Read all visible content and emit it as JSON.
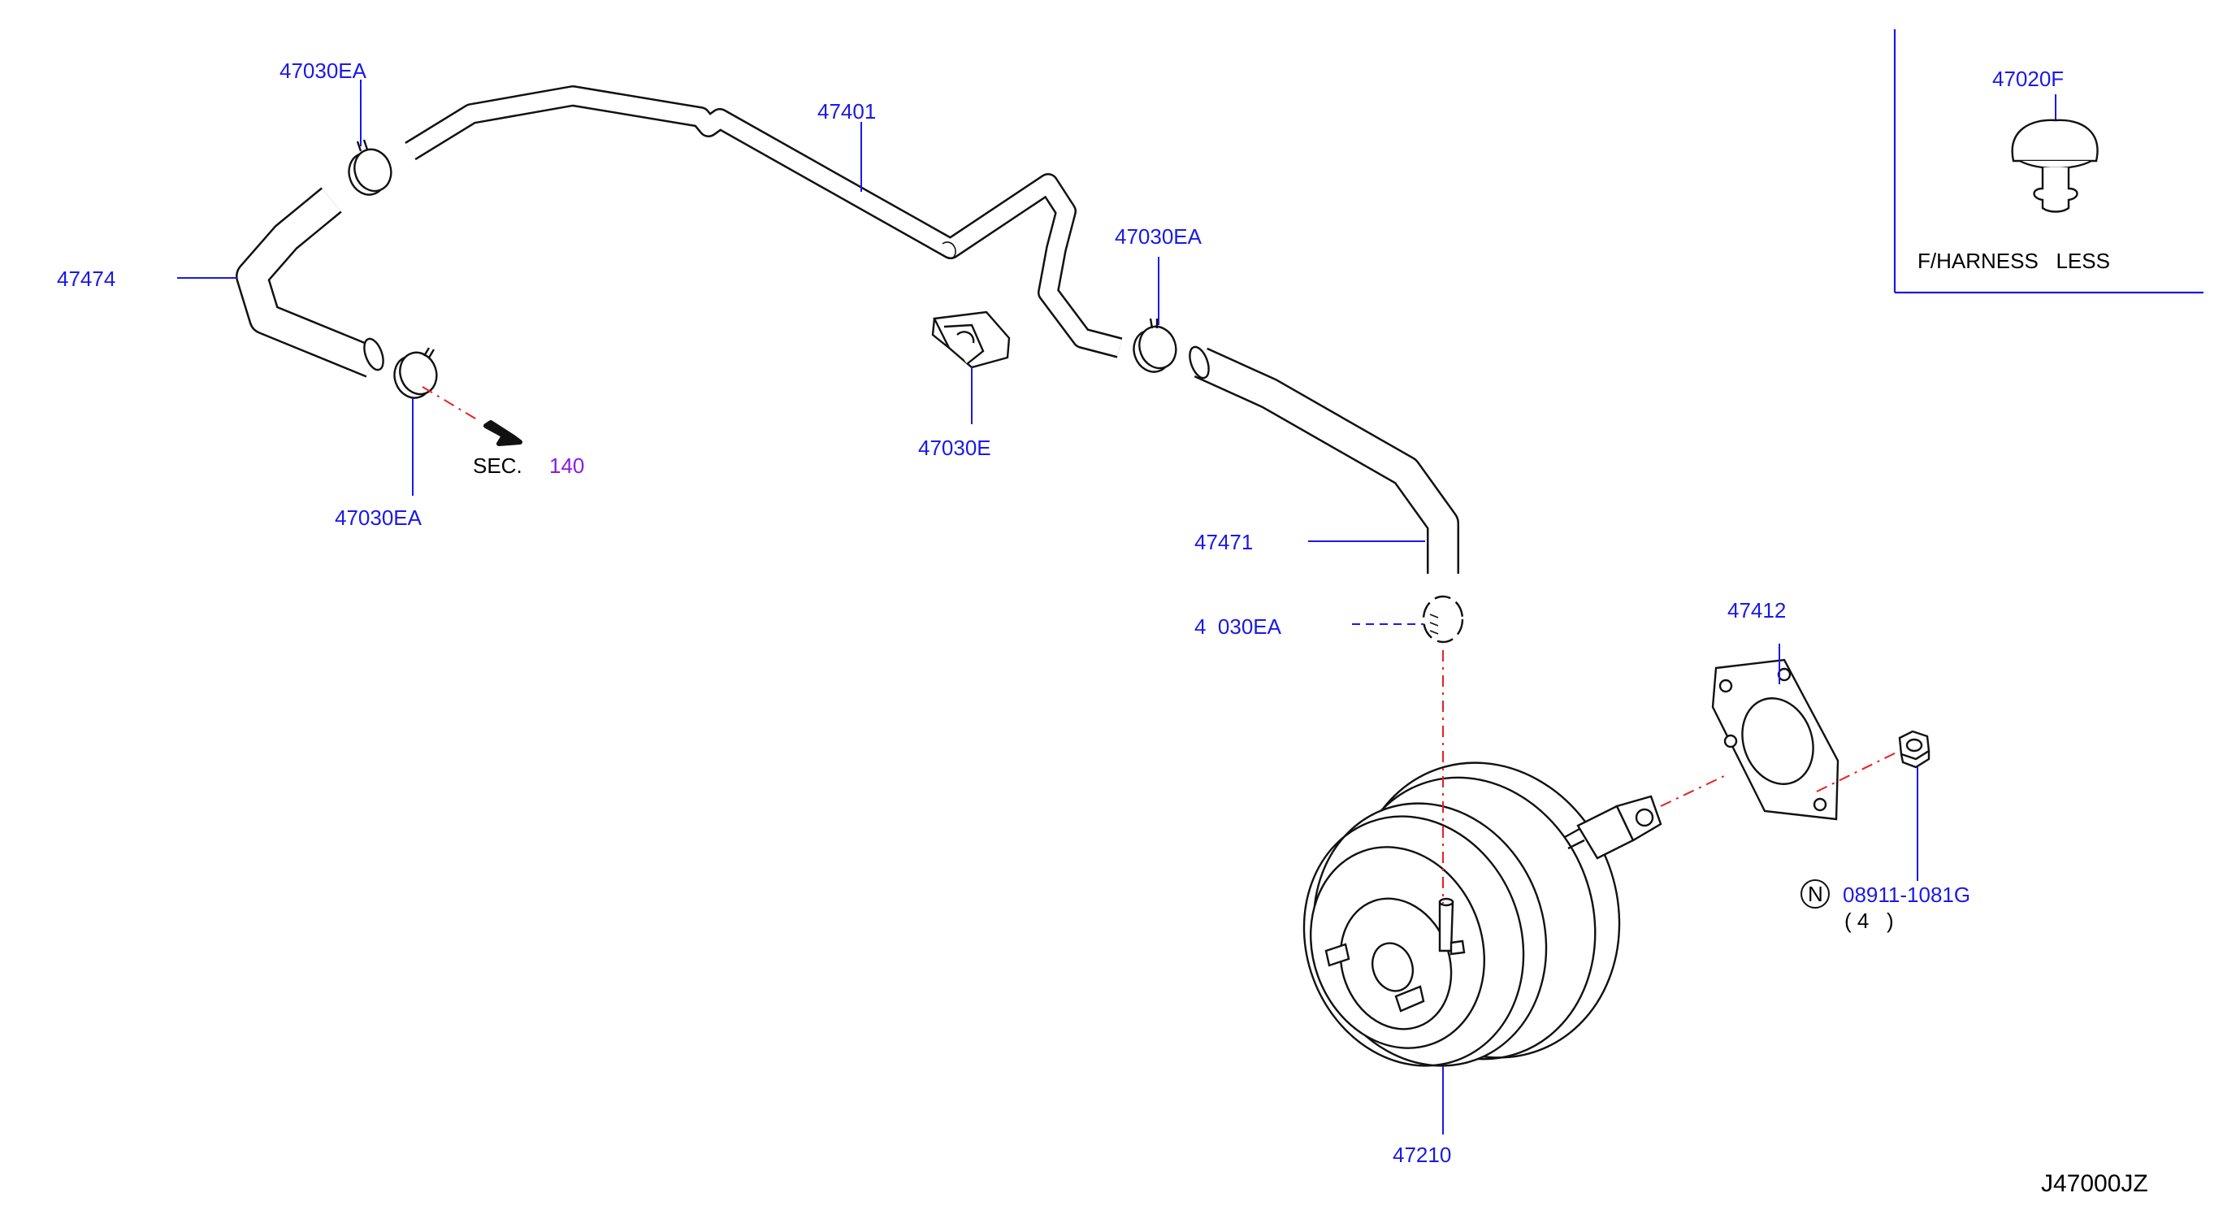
{
  "labels": {
    "clamp_top_left": "47030EA",
    "tube_main": "47401",
    "hose_left": "47474",
    "clamp_left_bottom": "47030EA",
    "sec_prefix": "SEC.",
    "sec_number": "140",
    "clip": "47030E",
    "clamp_mid": "47030EA",
    "hose_right": "47471",
    "clamp_lower": "4  030EA",
    "gasket": "47412",
    "nut": "08911-1081G",
    "nut_qty": "( 4   )",
    "nut_symbol": "N",
    "booster": "47210",
    "inset_part": "47020F",
    "inset_note": "F/HARNESS   LESS",
    "diagram_code": "J47000JZ"
  },
  "colors": {
    "part_number": "#1a1ae6",
    "section_ref": "#8a1ae6",
    "phantom_line": "#e82020",
    "line_art": "#111111"
  }
}
